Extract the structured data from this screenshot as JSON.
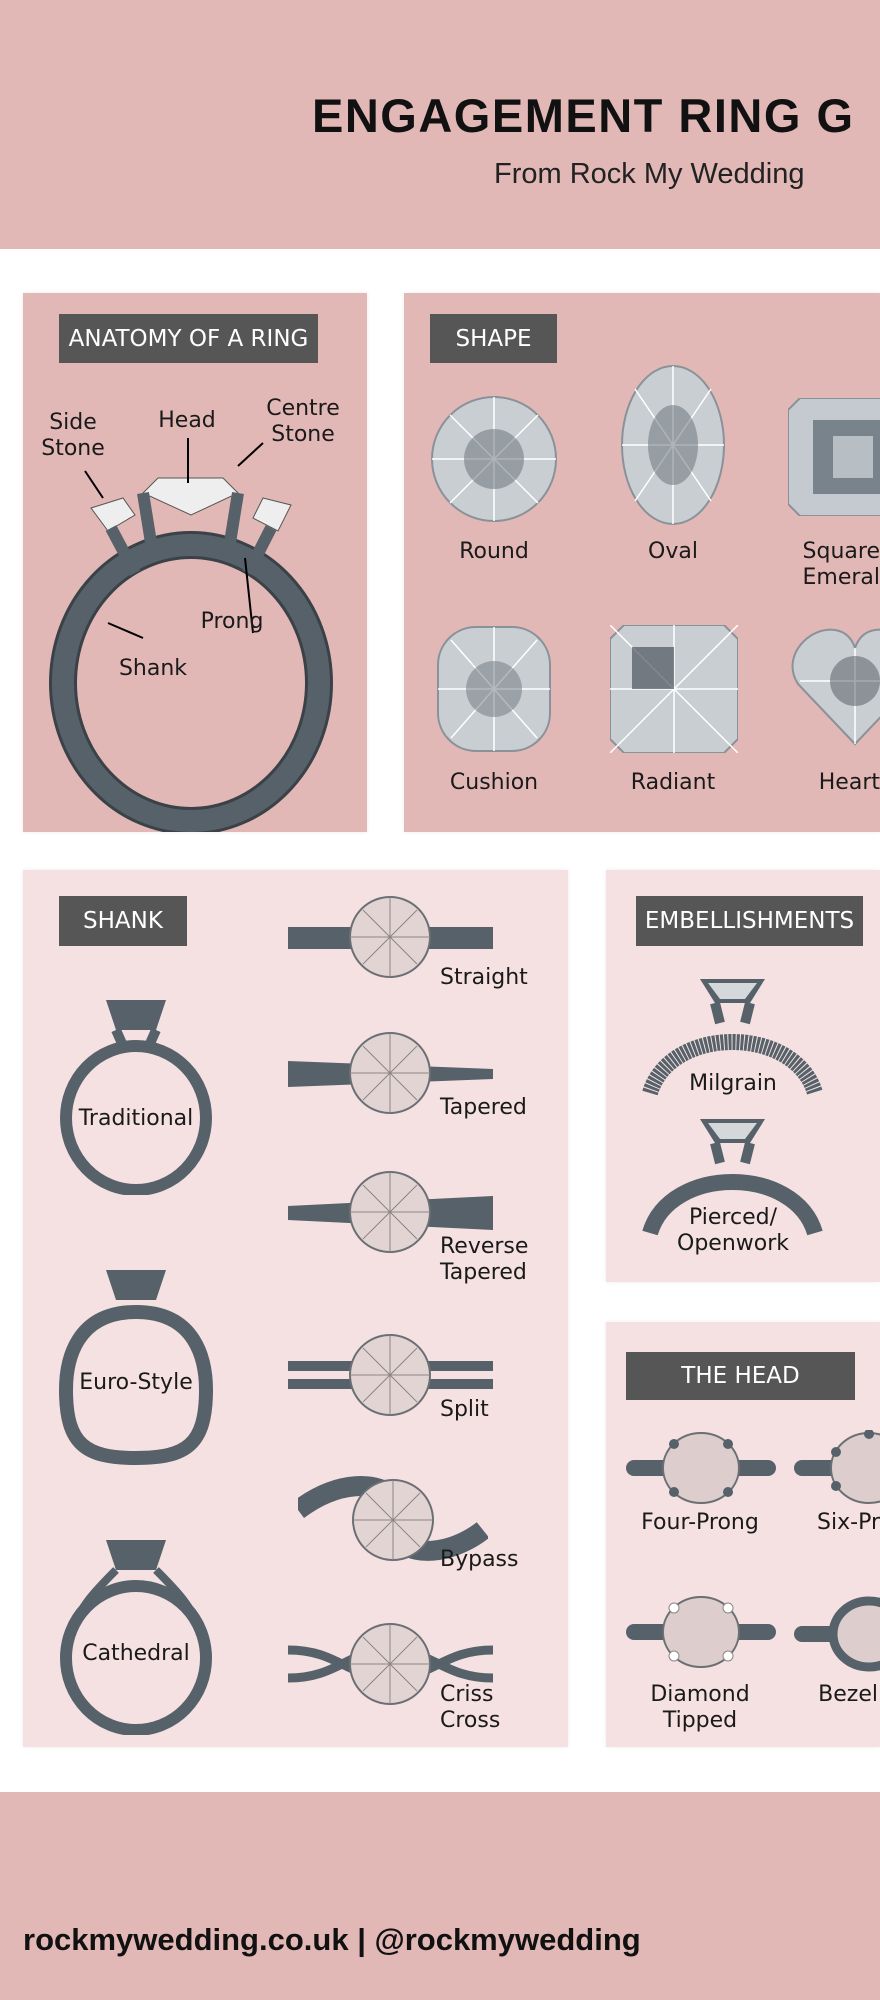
{
  "header": {
    "title": "ENGAGEMENT RING G",
    "subtitle": "From Rock My Wedding"
  },
  "anatomy": {
    "heading": "ANATOMY OF A RING",
    "labels": {
      "side_stone": "Side\nStone",
      "head": "Head",
      "centre_stone": "Centre\nStone",
      "prong": "Prong",
      "shank": "Shank"
    }
  },
  "shape": {
    "heading": "SHAPE",
    "items": [
      "Round",
      "Oval",
      "Square\nEmeral",
      "Cushion",
      "Radiant",
      "Heart"
    ]
  },
  "shank": {
    "heading": "SHANK",
    "rings": [
      "Traditional",
      "Euro-Style",
      "Cathedral"
    ],
    "bands": [
      "Straight",
      "Tapered",
      "Reverse\nTapered",
      "Split",
      "Bypass",
      "Criss\nCross"
    ]
  },
  "embellishments": {
    "heading": "EMBELLISHMENTS",
    "items": [
      "Milgrain",
      "Pierced/\nOpenwork"
    ]
  },
  "head": {
    "heading": "THE HEAD",
    "items": [
      "Four-Prong",
      "Six-Pr",
      "Diamond\nTipped",
      "Bezel"
    ]
  },
  "footer": {
    "text": "rockmywedding.co.uk | @rockmywedding"
  },
  "colors": {
    "band": "#e2b8b7",
    "panel_light": "#f5e1e1",
    "metal": "#505a62",
    "header_box": "#565656"
  }
}
